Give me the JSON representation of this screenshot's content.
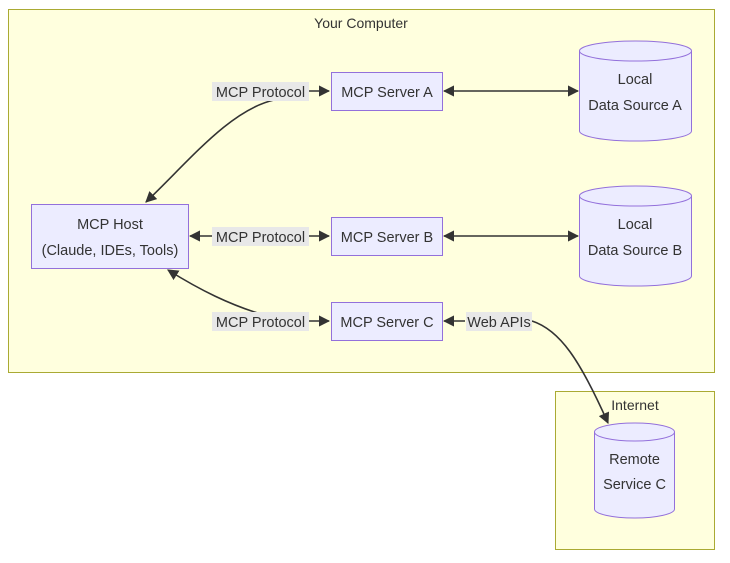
{
  "clusters": {
    "your_computer": "Your Computer",
    "internet": "Internet"
  },
  "nodes": {
    "host": {
      "line1": "MCP Host",
      "line2": "(Claude, IDEs, Tools)"
    },
    "server_a": "MCP Server A",
    "server_b": "MCP Server B",
    "server_c": "MCP Server C",
    "data_a": {
      "line1": "Local",
      "line2": "Data Source A"
    },
    "data_b": {
      "line1": "Local",
      "line2": "Data Source B"
    },
    "remote_c": {
      "line1": "Remote",
      "line2": "Service C"
    }
  },
  "edges": {
    "host_a": "MCP Protocol",
    "host_b": "MCP Protocol",
    "host_c": "MCP Protocol",
    "c_remote": "Web APIs"
  }
}
